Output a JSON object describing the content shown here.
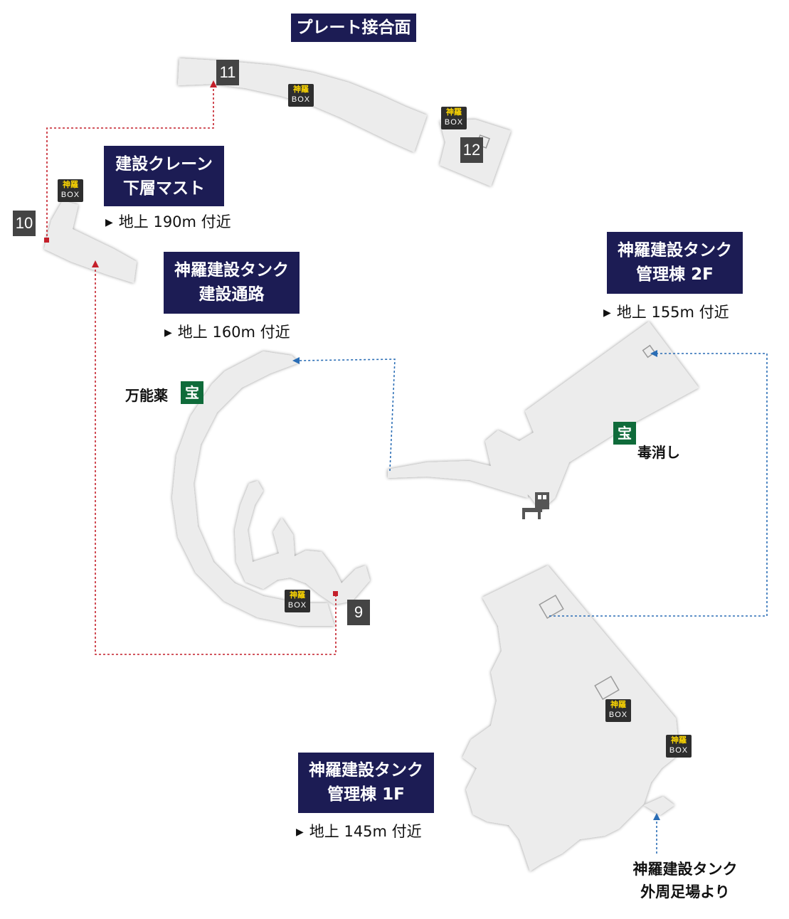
{
  "areas": {
    "plate_joint": {
      "title": "プレート接合面"
    },
    "crane_mast": {
      "line1": "建設クレーン",
      "line2": "下層マスト",
      "elevation": "地上 190m 付近"
    },
    "tank_passage": {
      "line1": "神羅建設タンク",
      "line2": "建設通路",
      "elevation": "地上 160m 付近"
    },
    "tank_mgmt_2f": {
      "line1": "神羅建設タンク",
      "line2": "管理棟 2F",
      "elevation": "地上 155m 付近"
    },
    "tank_mgmt_1f": {
      "line1": "神羅建設タンク",
      "line2": "管理棟 1F",
      "elevation": "地上 145m 付近"
    }
  },
  "elevation_marker": "▶",
  "points": {
    "p9": "9",
    "p10": "10",
    "p11": "11",
    "p12": "12"
  },
  "shinra_box": {
    "kanji": "神羅",
    "label": "BOX"
  },
  "treasure_glyph": "宝",
  "treasures": {
    "elixir": "万能薬",
    "antidote": "毒消し"
  },
  "entrance_note": {
    "line1": "神羅建設タンク",
    "line2": "外周足場より"
  },
  "colors": {
    "label_bg": "#1c1c54",
    "floor": "#ececec",
    "route_red": "#c41f2a",
    "route_blue": "#2a6db5",
    "treasure_bg": "#0f6b3a",
    "box_bg": "#2e2e2e",
    "box_text": "#ffd800",
    "number_bg": "#444444"
  },
  "icons": {
    "box": "shinra-box-icon",
    "treasure": "treasure-icon",
    "save": "save-point-icon",
    "arrow": "route-arrow-icon"
  }
}
